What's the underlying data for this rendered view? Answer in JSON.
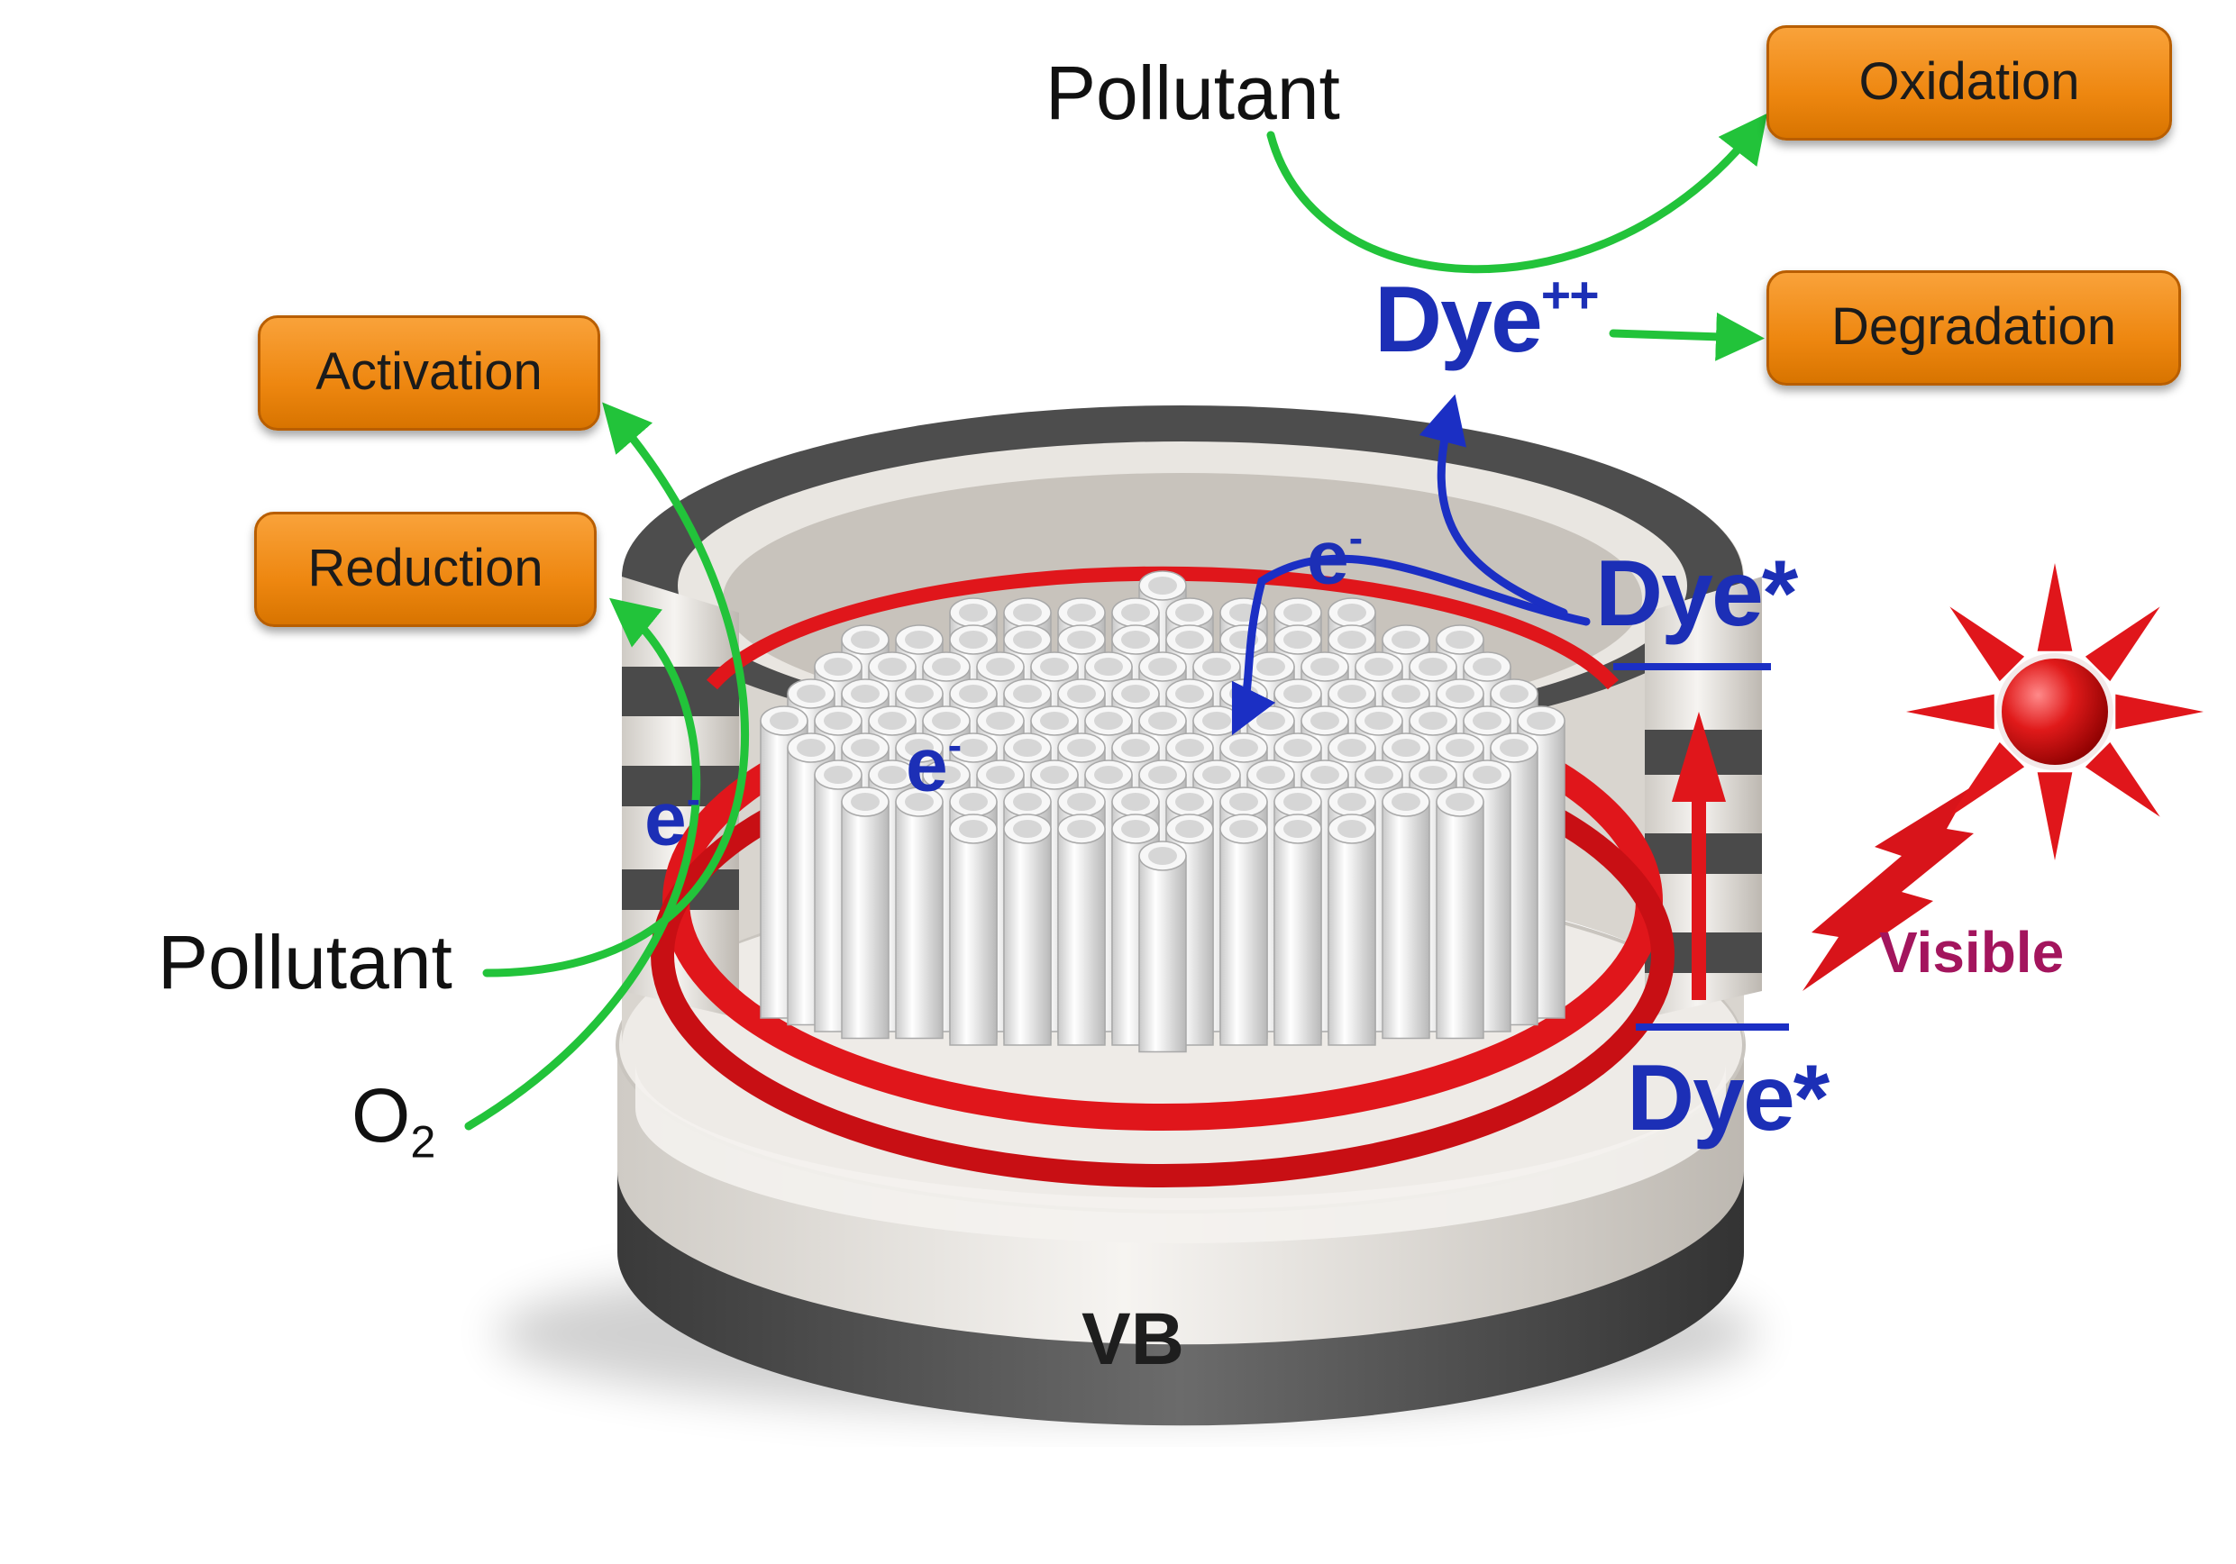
{
  "boxes": {
    "oxidation": "Oxidation",
    "degradation": "Degradation",
    "activation": "Activation",
    "reduction": "Reduction"
  },
  "labels": {
    "pollutant_top": "Pollutant",
    "pollutant_left": "Pollutant",
    "o2_main": "O",
    "o2_sub": "2",
    "dye_plus_main": "Dye",
    "dye_plus_sup": "++",
    "dye_star_upper": "Dye*",
    "dye_star_lower": "Dye*",
    "electron": "e",
    "electron_sup": "-",
    "visible": "Visible",
    "vb": "VB"
  },
  "colors": {
    "green_arrow": "#22c33a",
    "blue_arrow": "#1b2fc4",
    "red": "#e0161b",
    "orange_box": "#f2901d",
    "visible_text": "#a3155d"
  },
  "icons": {
    "sun": "sun-icon",
    "lightning": "lightning-bolt-icon"
  }
}
